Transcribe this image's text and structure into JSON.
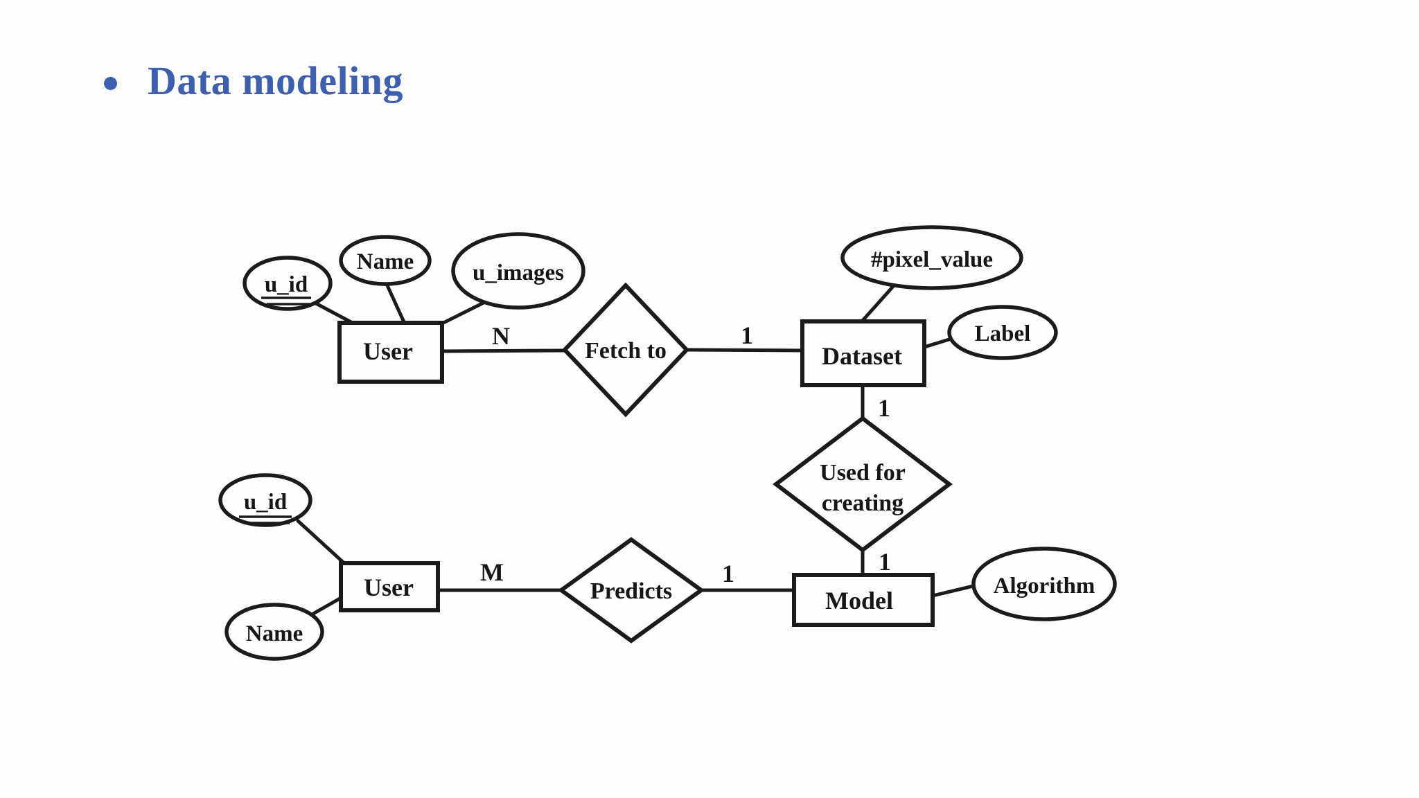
{
  "slide": {
    "title": "Data modeling",
    "title_color": "#3e5fae",
    "background_color": "#fdfdfc"
  },
  "diagram": {
    "type": "entity-relationship-diagram",
    "ink_color": "#1b1b1b",
    "entities": {
      "user_top": "User",
      "dataset": "Dataset",
      "user_bottom": "User",
      "model": "Model"
    },
    "attributes": {
      "u_id_top": "u_id",
      "name_top": "Name",
      "u_images": "u_images",
      "pixel_value": "#pixel_value",
      "label": "Label",
      "u_id_bottom": "u_id",
      "name_bottom": "Name",
      "algorithm": "Algorithm"
    },
    "key_attributes": [
      "u_id_top",
      "u_id_bottom"
    ],
    "relationships": {
      "fetch_to": "Fetch to",
      "used_for_creating_line1": "Used for",
      "used_for_creating_line2": "creating",
      "predicts": "Predicts"
    },
    "cardinalities": {
      "user_top_to_fetch_to": "N",
      "fetch_to_to_dataset": "1",
      "dataset_to_used_for": "1",
      "used_for_to_model": "1",
      "user_bottom_to_predicts": "M",
      "predicts_to_model": "1"
    }
  }
}
